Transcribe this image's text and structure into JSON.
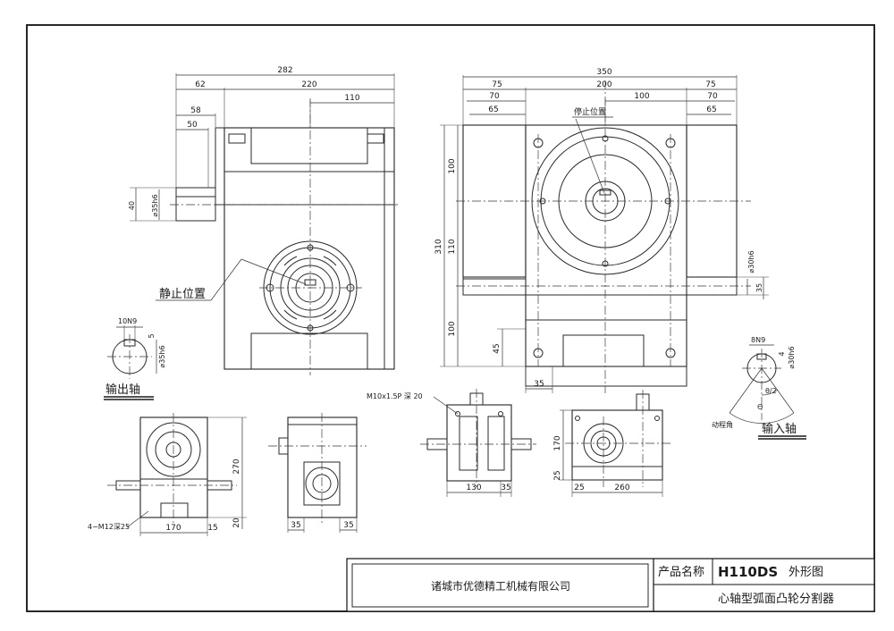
{
  "front_view": {
    "dims": {
      "overall": "282",
      "body": "220",
      "center": "110",
      "shaft_62": "62",
      "shaft_58": "58",
      "shaft_50": "50",
      "shaft_dia": "35h6",
      "shaft_40": "40"
    },
    "label": "静止位置"
  },
  "side_view": {
    "dims": {
      "overall": "350",
      "left_75": "75",
      "left_70": "70",
      "left_65": "65",
      "body": "200",
      "center": "100",
      "right_75": "75",
      "right_70": "70",
      "right_65": "65",
      "height": "310",
      "h_100a": "100",
      "h_110": "110",
      "h_100b": "100",
      "h_45": "45",
      "w_35": "35",
      "in_shaft": "30h6",
      "in_35": "35"
    },
    "label": "停止位置"
  },
  "output_shaft": {
    "key": "10N9",
    "depth": "5",
    "dia": "35h6",
    "label": "输出轴"
  },
  "input_shaft": {
    "key": "8N9",
    "depth": "4",
    "dia": "30h6",
    "theta_half": "θ/2",
    "theta": "Θ",
    "angle_label": "动程角",
    "label": "输入轴"
  },
  "small_views": {
    "v1": {
      "h": "270",
      "w": "170",
      "s15": "15",
      "s20": "20",
      "bolt": "4−M12深25"
    },
    "v2": {
      "a": "35",
      "b": "35"
    },
    "v3": {
      "w": "130",
      "s": "35",
      "thread": "M10x1.5P 深 20"
    },
    "v4": {
      "w": "260",
      "h": "170",
      "s25a": "25",
      "s25b": "25"
    }
  },
  "title_block": {
    "company": "诸城市优德精工机械有限公司",
    "product_label": "产品名称",
    "model": "H110DS",
    "drawing_type": "外形图",
    "description": "心轴型弧面凸轮分割器"
  }
}
